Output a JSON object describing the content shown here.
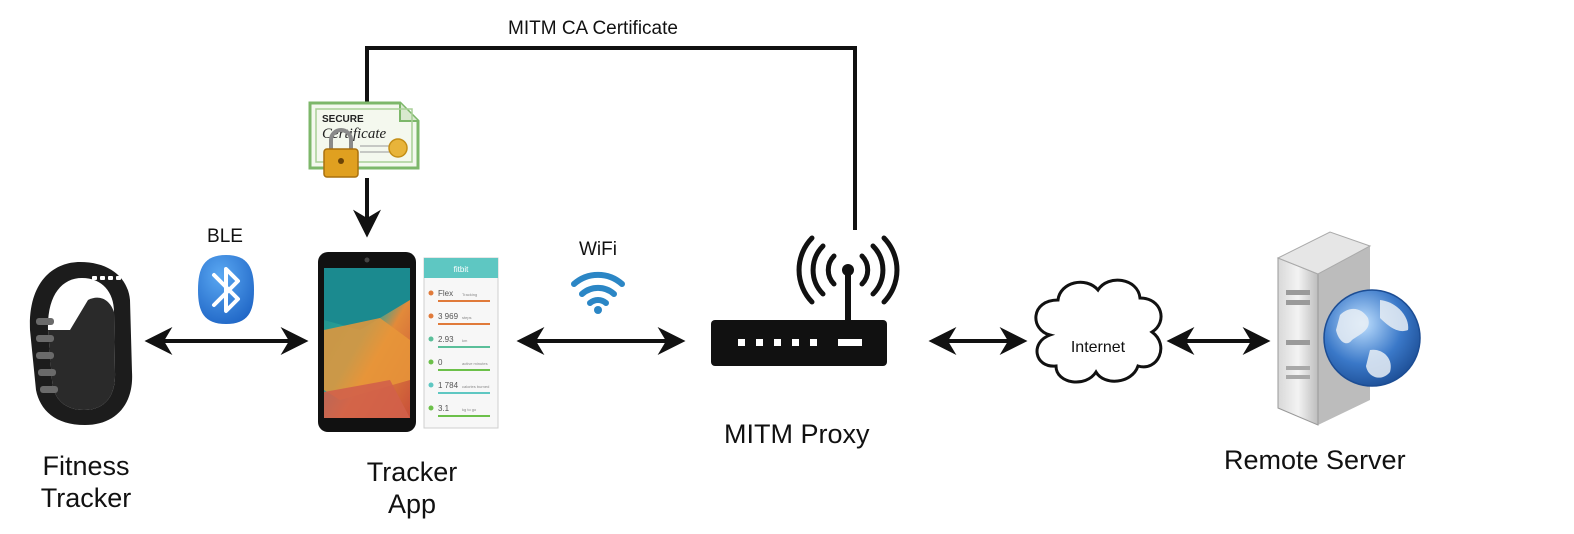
{
  "diagram": {
    "top_link_label": "MITM CA  Certificate",
    "certificate": {
      "heading": "SECURE",
      "title": "Certificate"
    },
    "ble_label": "BLE",
    "wifi_label": "WiFi",
    "internet_label": "Internet",
    "phone_app": {
      "header": "fitbit",
      "rows": [
        {
          "main": "Flex",
          "sub": "Tracking"
        },
        {
          "main": "3 969",
          "sub": "steps"
        },
        {
          "main": "2.93",
          "sub": "km"
        },
        {
          "main": "0",
          "sub": "active minutes"
        },
        {
          "main": "1 784",
          "sub": "calories burned"
        },
        {
          "main": "3.1",
          "sub": "kg to go"
        }
      ]
    },
    "nodes": {
      "fitness_tracker": {
        "line1": "Fitness",
        "line2": "Tracker"
      },
      "tracker_app": {
        "line1": "Tracker",
        "line2": "App"
      },
      "mitm_proxy": {
        "label": "MITM Proxy"
      },
      "remote_server": {
        "label": "Remote Server"
      }
    },
    "colors": {
      "line": "#111111",
      "bluetooth": "#2f7ad8",
      "wifi": "#2b86c5",
      "certificate_green": "#7db76a",
      "lock_gold": "#d99a1a",
      "globe_blue": "#3a78c8"
    }
  }
}
